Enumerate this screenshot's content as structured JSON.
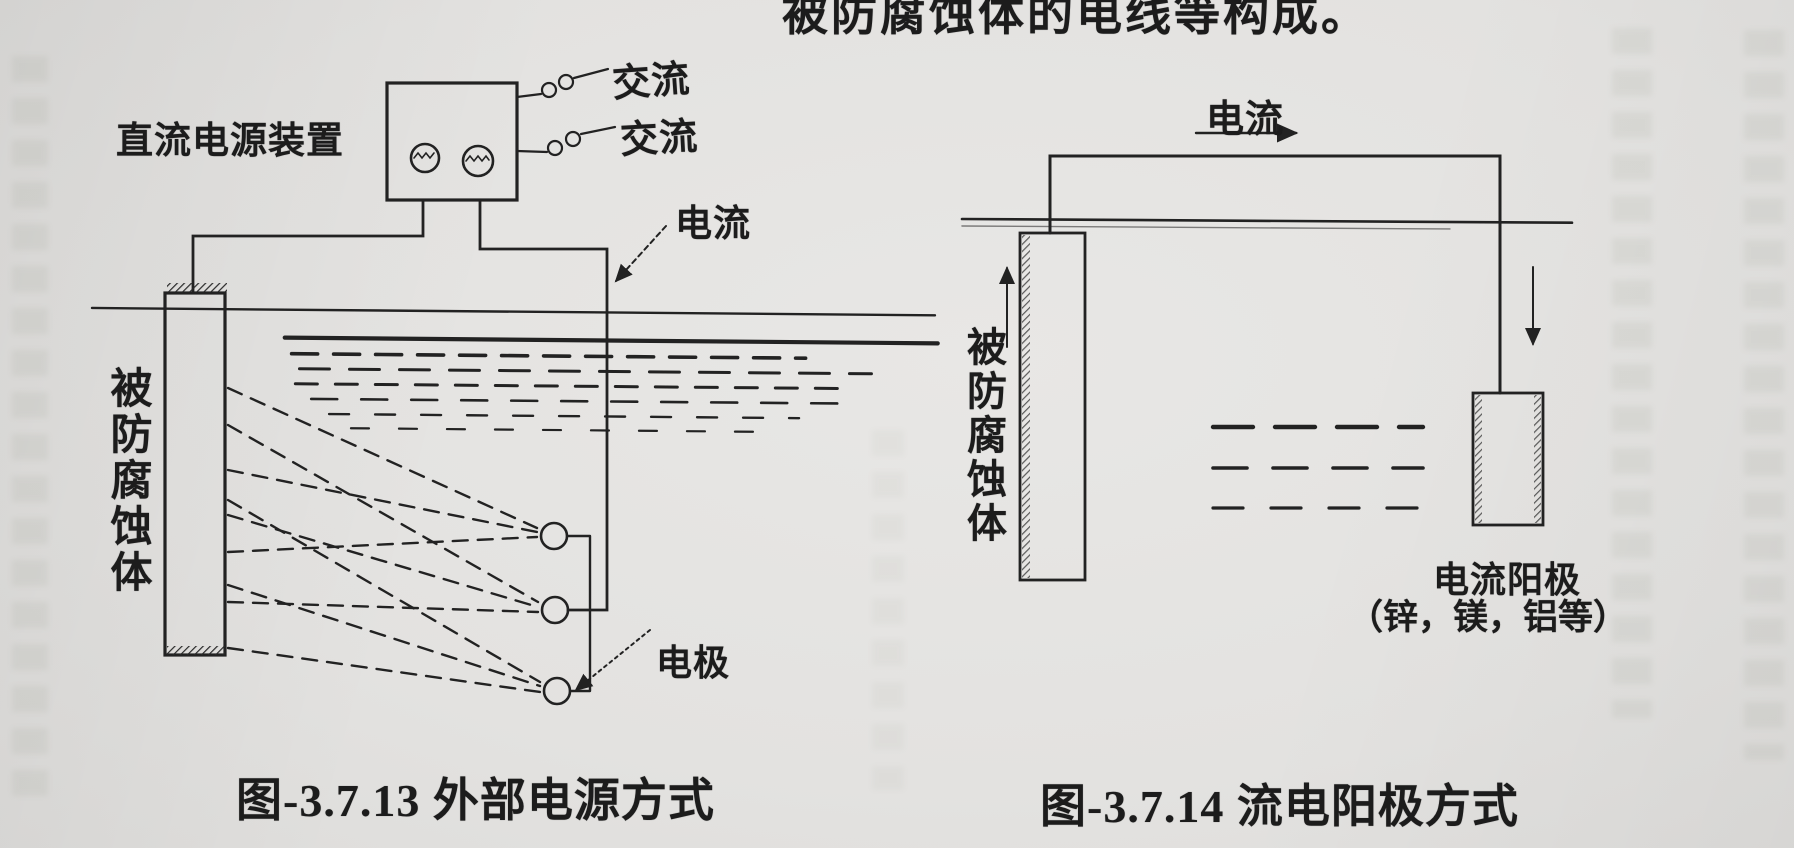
{
  "page": {
    "top_text_cutoff": "被防腐蚀体的电线等构成。"
  },
  "figure_left": {
    "caption": "图-3.7.13 外部电源方式",
    "labels": {
      "power_supply": "直流电源装置",
      "ac_1": "交流",
      "ac_2": "交流",
      "current": "电流",
      "protected_body": "被防腐蚀体",
      "electrode": "电极"
    }
  },
  "figure_right": {
    "caption": "图-3.7.14 流电阳极方式",
    "labels": {
      "current": "电流",
      "protected_body": "被防腐蚀体",
      "anode_name": "电流阳极",
      "anode_materials": "（锌，镁，铝等）"
    }
  },
  "colors": {
    "paper": "#e4e3e1",
    "ink": "#222222"
  }
}
